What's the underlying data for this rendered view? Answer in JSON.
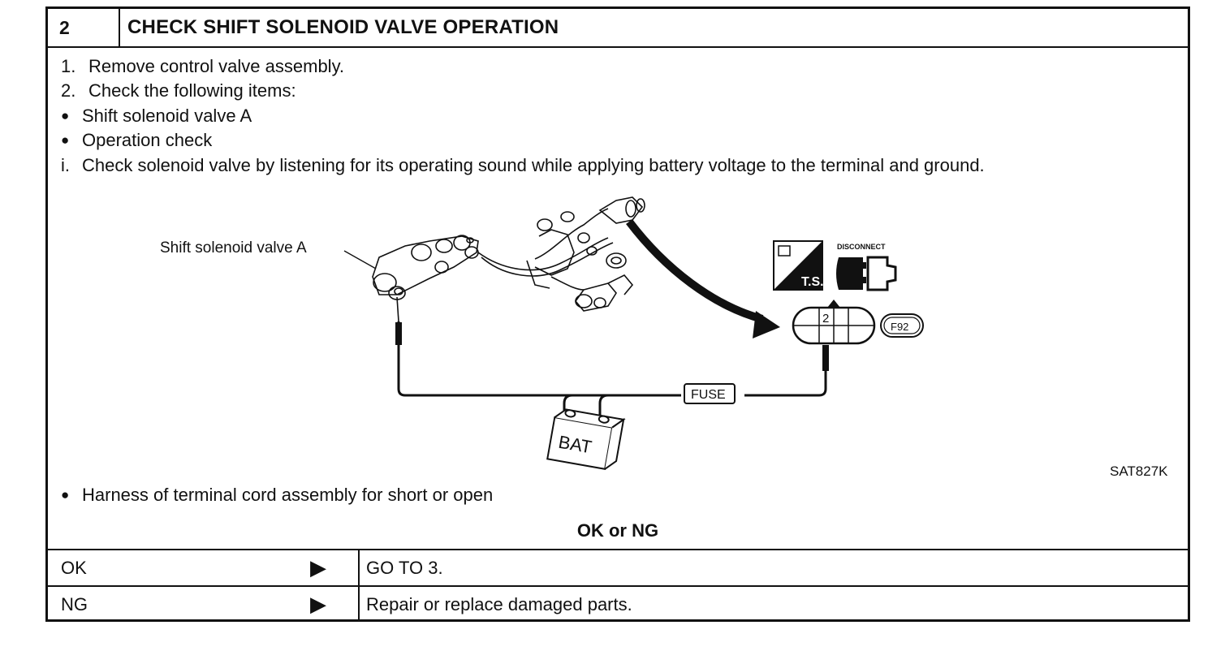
{
  "header": {
    "step_number": "2",
    "title": "CHECK SHIFT SOLENOID VALVE OPERATION"
  },
  "instructions": {
    "step1": {
      "marker": "1.",
      "text": "Remove control valve assembly."
    },
    "step2": {
      "marker": "2.",
      "text": "Check the following items:"
    },
    "bullet1": {
      "marker": "●",
      "text": "Shift solenoid valve A"
    },
    "bullet2": {
      "marker": "●",
      "text": "Operation check"
    },
    "sub_i": {
      "marker": "i.",
      "text": "Check solenoid valve by listening for its operating sound while applying battery voltage to the terminal and ground."
    },
    "bullet3": {
      "marker": "●",
      "text": "Harness of terminal cord assembly for short or open"
    }
  },
  "diagram": {
    "callout_label": "Shift solenoid valve A",
    "ts_label": "T.S.",
    "disconnect_label": "DISCONNECT",
    "terminal_number": "2",
    "connector_label": "F92",
    "fuse_label": "FUSE",
    "battery_label": "BAT",
    "figure_code": "SAT827K"
  },
  "result": {
    "title": "OK or NG",
    "rows": [
      {
        "label": "OK",
        "arrow": "▶",
        "action": "GO TO 3."
      },
      {
        "label": "NG",
        "arrow": "▶",
        "action": "Repair or replace damaged parts."
      }
    ]
  }
}
